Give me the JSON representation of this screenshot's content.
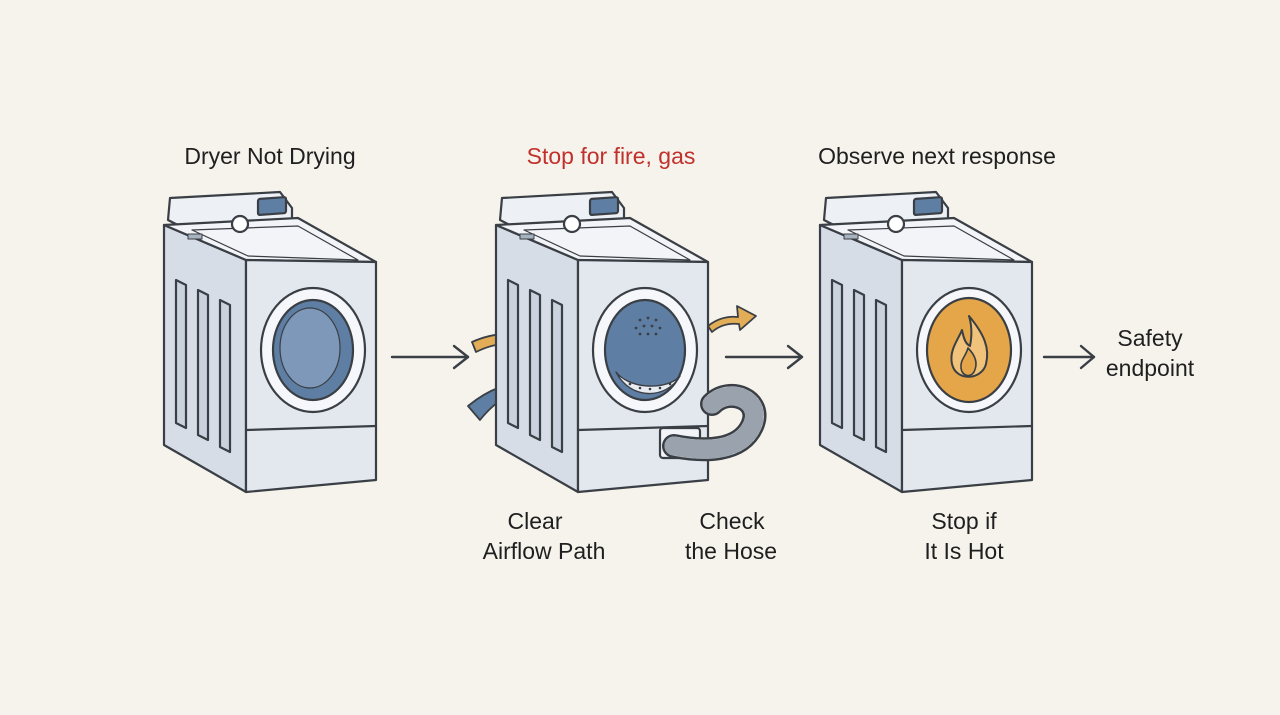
{
  "steps": [
    {
      "heading": "Dryer Not Drying"
    },
    {
      "heading": "Stop for fire, gas",
      "heading_color": "#c0312b"
    },
    {
      "heading": "Observe next response"
    }
  ],
  "captions": {
    "airflow": [
      "Clear",
      "Airflow Path"
    ],
    "hose": [
      "Check",
      "the Hose"
    ],
    "hot": [
      "Stop if",
      "It Is Hot"
    ]
  },
  "endpoint": [
    "Safety",
    "endpoint"
  ],
  "colors": {
    "background": "#f6f3ec",
    "dryer_body": "#e3e8ef",
    "outline": "#3a3f45",
    "drum_blue": "#5f7ea3",
    "air_orange": "#e2ad56",
    "fire_orange": "#e5a64a",
    "warning_red": "#c0312b"
  },
  "icons": [
    "dryer-icon",
    "airflow-arrow-icon",
    "exhaust-hose-icon",
    "flame-icon",
    "arrow-right-icon"
  ]
}
